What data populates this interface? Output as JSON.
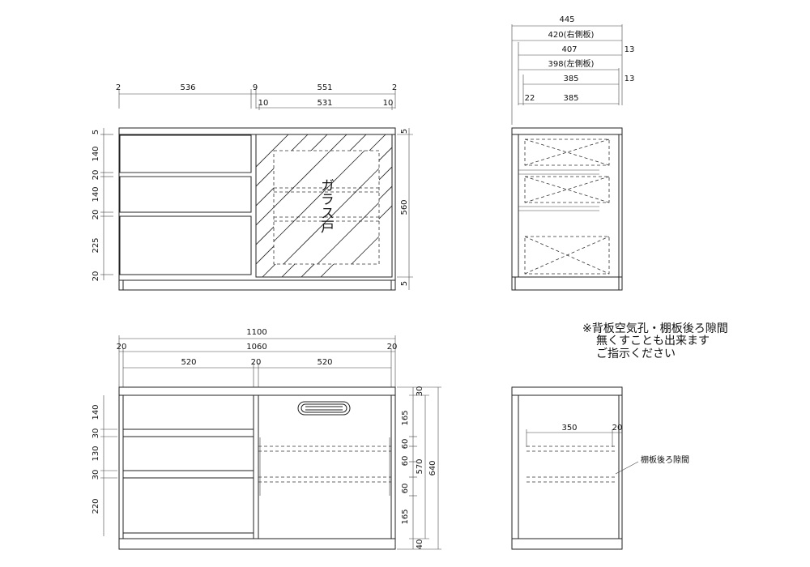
{
  "front_view": {
    "top_dims": [
      "2",
      "536",
      "9",
      "551",
      "2"
    ],
    "door_dims": [
      "10",
      "531",
      "10"
    ],
    "left_dims": [
      "5",
      "140",
      "20",
      "140",
      "20",
      "225",
      "20"
    ],
    "right_dims": [
      "5",
      "560",
      "5"
    ],
    "glass_label": "ガラス戸"
  },
  "side_view": {
    "dims": [
      "445",
      "420(右側板)",
      "407",
      "13",
      "398(左側板)",
      "385",
      "13",
      "22",
      "385"
    ]
  },
  "interior_view": {
    "top_dims": [
      "1100",
      "20",
      "1060",
      "20",
      "520",
      "20",
      "520"
    ],
    "left_dims": [
      "140",
      "30",
      "130",
      "30",
      "220"
    ],
    "right_dims": [
      "30",
      "165",
      "60",
      "60",
      "60",
      "165",
      "40",
      "570",
      "640"
    ]
  },
  "side_section": {
    "dims": [
      "350",
      "20"
    ],
    "label": "棚板後ろ隙間"
  },
  "note": {
    "lines": [
      "※背板空気孔・棚板後ろ隙間",
      "無くすことも出来ます",
      "ご指示ください"
    ]
  }
}
